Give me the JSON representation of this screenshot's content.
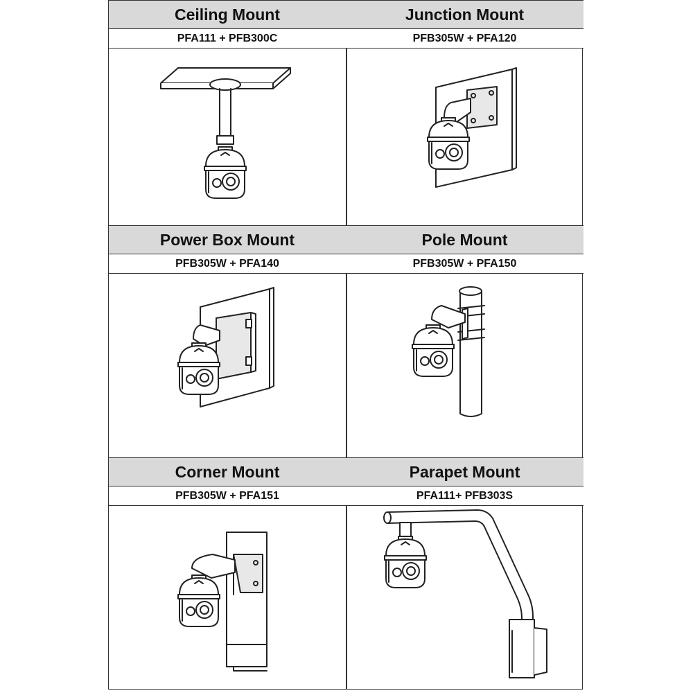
{
  "mounts": [
    {
      "title": "Ceiling Mount",
      "parts": "PFA111 + PFB300C",
      "icon": "ceiling-mount-icon"
    },
    {
      "title": "Junction Mount",
      "parts": "PFB305W + PFA120",
      "icon": "junction-mount-icon"
    },
    {
      "title": "Power Box Mount",
      "parts": "PFB305W + PFA140",
      "icon": "power-box-mount-icon"
    },
    {
      "title": "Pole Mount",
      "parts": "PFB305W + PFA150",
      "icon": "pole-mount-icon"
    },
    {
      "title": "Corner Mount",
      "parts": "PFB305W + PFA151",
      "icon": "corner-mount-icon"
    },
    {
      "title": "Parapet Mount",
      "parts": "PFA111+ PFB303S",
      "icon": "parapet-mount-icon"
    }
  ],
  "colors": {
    "header_bg": "#d9d9d9",
    "line": "#222222"
  }
}
